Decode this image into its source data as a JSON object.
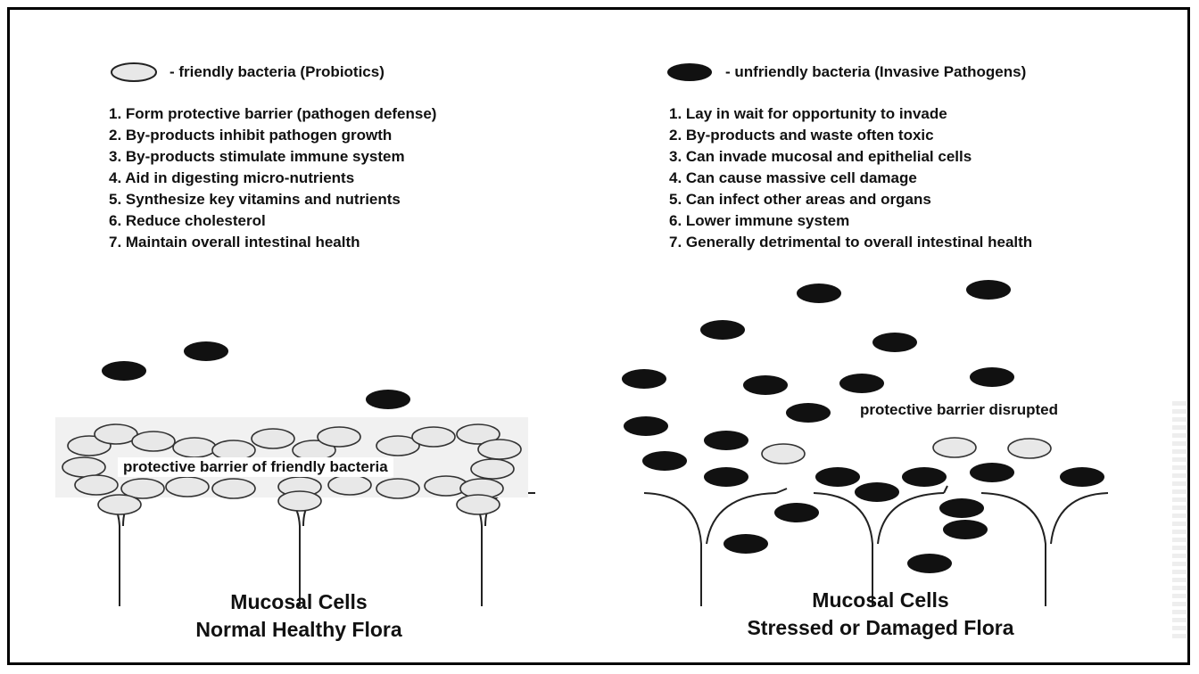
{
  "legend": {
    "friendly": "- friendly bacteria (Probiotics)",
    "unfriendly": "- unfriendly bacteria (Invasive Pathogens)"
  },
  "friendly_benefits": [
    "1. Form protective barrier (pathogen defense)",
    "2. By-products inhibit pathogen growth",
    "3. By-products stimulate immune system",
    "4. Aid in digesting micro-nutrients",
    "5. Synthesize key vitamins and nutrients",
    "6. Reduce cholesterol",
    "7. Maintain overall intestinal health"
  ],
  "unfriendly_effects": [
    "1. Lay in wait for opportunity to invade",
    "2. By-products and waste often toxic",
    "3. Can invade mucosal and epithelial cells",
    "4. Can cause massive cell damage",
    "5. Can infect other areas and organs",
    "6. Lower immune system",
    "7. Generally detrimental to overall intestinal health"
  ],
  "left_panel": {
    "barrier_label": "protective barrier of friendly bacteria",
    "caption_line1": "Mucosal Cells",
    "caption_line2": "Normal Healthy Flora"
  },
  "right_panel": {
    "barrier_label": "protective barrier disrupted",
    "caption_line1": "Mucosal Cells",
    "caption_line2": "Stressed or Damaged Flora"
  },
  "colors": {
    "friendly_fill": "#e8e8e8",
    "unfriendly_fill": "#111111",
    "line": "#222222"
  }
}
